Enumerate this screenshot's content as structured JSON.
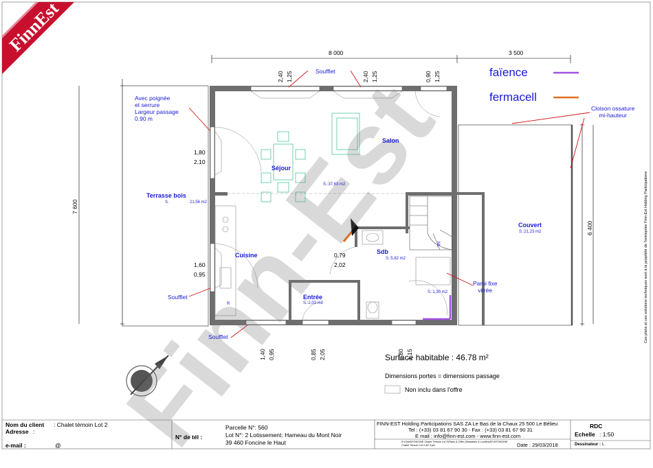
{
  "logo": {
    "text": "FinnEst"
  },
  "watermark": {
    "text": "Finn-Est"
  },
  "dimensions": {
    "top_total": "8 000",
    "top_right": "3 500",
    "left_total": "7 600",
    "right_total": "6 400",
    "win_top_1": [
      "2,40",
      "1,25"
    ],
    "win_top_2": [
      "2,40",
      "1,25"
    ],
    "win_top_3": [
      "0,90",
      "1,25"
    ],
    "win_left_1": [
      "1,80",
      "2,10"
    ],
    "win_left_2": [
      "1,60",
      "0,95"
    ],
    "sdb_door": [
      "0,79",
      "2,02"
    ],
    "win_bottom_1": [
      "1,40",
      "0,95"
    ],
    "win_bottom_2": [
      "0,85",
      "2,05"
    ],
    "win_bottom_3": [
      "0,80",
      "1,15"
    ]
  },
  "legend": {
    "faience_label": "faïence",
    "faience_color": "#a050e0",
    "fermacell_label": "fermacell",
    "fermacell_color": "#e07020"
  },
  "annotations": {
    "soufflet": "Soufflet",
    "porte_note": [
      "Avec poignée",
      "et serrure",
      "Largeur passage",
      "0.90 m"
    ],
    "cloison_note": [
      "Cloison ossature",
      "mi-hauteur"
    ],
    "paroi_note": [
      "Paroi fixe",
      "vitrée"
    ],
    "ml": "ML",
    "r": "R"
  },
  "rooms": {
    "sejour": {
      "name": "Séjour"
    },
    "salon": {
      "name": "Salon"
    },
    "sejour_area": "S.:37,63 m2",
    "terrasse": {
      "name": "Terrasse bois",
      "area_prefix": "S.",
      "area": "21,56 m2"
    },
    "cuisine": {
      "name": "Cuisine"
    },
    "sdb": {
      "name": "Sdb",
      "area": "S.:5,82 m2"
    },
    "entree": {
      "name": "Entrée",
      "area": "S.:2,03 m2"
    },
    "couvert": {
      "name": "Couvert",
      "area": "S.:21,23 m2"
    },
    "douche_area": "S.:1,30 m2"
  },
  "summary": {
    "surface": "Surface habitable : 46.78 m²",
    "portes": "Dimensions portes = dimensions passage",
    "non_inclu": "Non inclu dans l'offre"
  },
  "side_note": "Ces plans et ces solutions techniques sont à la propriété de l'entreprise Finn-Est Holding Participations",
  "footer": {
    "client_label": "Nom du client",
    "client_value": ": Chalet témoin Lot 2",
    "adresse_label": "Adresse",
    "adresse_value": ":",
    "email_label": "e-mail :",
    "email_value": "@",
    "tel_label": "N° de tél :",
    "parcelle": "Parcelle N°: 560",
    "lot": "Lot N°: 2 Lotissement: Hameau du Mont Noir",
    "commune": "39 460 Foncine le Haut",
    "company_line1": "FINN-EST Holding Participations SAS  ZA Le Bas de la Chaux   25 500 Le Bélieu",
    "company_line2": "Tel : (+33) 03 81 67 90 30   -   Fax : (+33) 03 81 67 90 31",
    "company_line3": "E mail : info@finn-est.com   -   www.finn-est.com",
    "file_path": "Z:\\Client\\FONCINE Chalet Témoin Lot 2\\Plans & Offre (Sébastien & Lucille)\\AP-6\\FONCINE Chalet Témoin Lot 2 AP 4.pln",
    "date": "Date : 29/03/2018",
    "level": "RDC",
    "echelle_label": "Echelle",
    "echelle_value": ": 1:50",
    "dessinateur_label": "Dessinateur :",
    "dessinateur_value": "L"
  }
}
